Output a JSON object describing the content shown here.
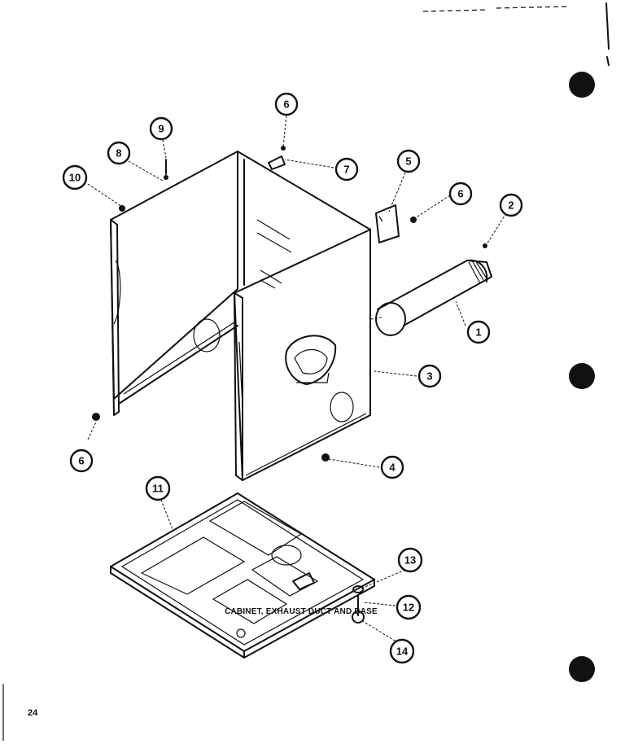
{
  "caption": "CABINET, EXHAUST DUCT AND BASE",
  "page_number": "24",
  "callouts": [
    "1",
    "2",
    "3",
    "4",
    "5",
    "6",
    "6",
    "6",
    "7",
    "8",
    "9",
    "10",
    "11",
    "12",
    "13",
    "14"
  ]
}
